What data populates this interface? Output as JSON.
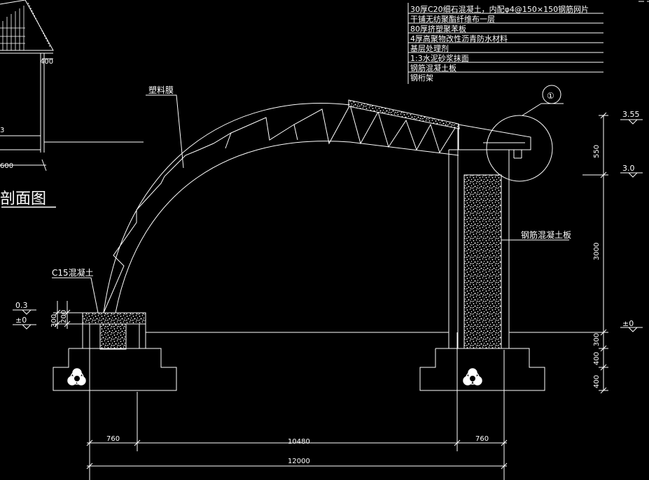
{
  "legend_layers": [
    "30厚C20细石混凝土，内配φ4@150×150钢筋网片",
    "干铺无纺聚酯纤维布一层",
    "80厚挤塑聚苯板",
    "4厚高聚物改性沥青防水材料",
    "基层处理剂",
    "1:3水泥砂浆抹面",
    "钢筋混凝土板",
    "钢桁架"
  ],
  "labels": {
    "plastic_film": "塑料膜",
    "c15_concrete": "C15混凝土",
    "rc_slab": "钢筋混凝土板",
    "section_title": "剖面图",
    "detail_mark": "①"
  },
  "elevations": {
    "e355": "3.55",
    "e30": "3.0",
    "e0_right": "±0",
    "e03_left": "0.3",
    "e0_left": "±0"
  },
  "dimensions": {
    "d550": "550",
    "d3000": "3000",
    "d300_r": "300",
    "d400_a": "400",
    "d400_b": "400",
    "d300_l": "300",
    "d200_l": "200",
    "d760_l": "760",
    "d10480": "10480",
    "d760_r": "760",
    "d12000": "12000",
    "inset_400": "400",
    "inset_600": "600",
    "inset_3": "3"
  }
}
